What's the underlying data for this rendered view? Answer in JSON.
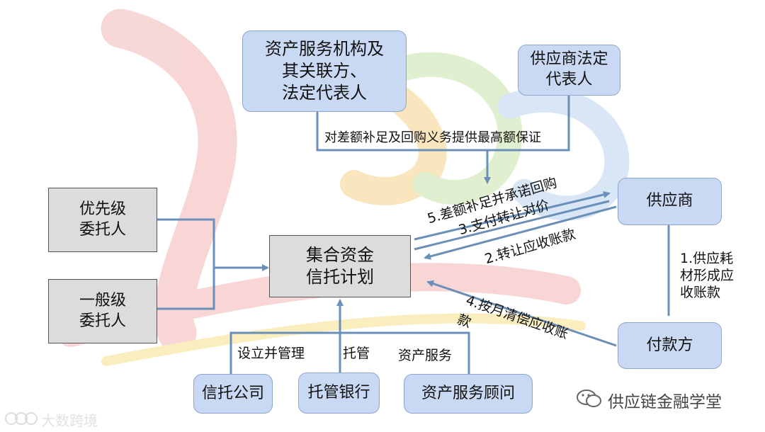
{
  "nodes": {
    "asset_service_org": "资产服务机构及\n其关联方、\n法定代表人",
    "supplier_legal_rep": "供应商法定\n代表人",
    "supplier": "供应商",
    "priority_trustor": "优先级\n委托人",
    "general_trustor": "一般级\n委托人",
    "collective_trust_plan": "集合资金\n信托计划",
    "payer": "付款方",
    "trust_company": "信托公司",
    "custodian_bank": "托管银行",
    "asset_service_advisor": "资产服务顾问"
  },
  "edge_labels": {
    "guarantee": "对差额补足及回购义务提供最高额保证",
    "step5": "5.差额补足并承诺回购",
    "step3": "3.支付转让对价",
    "step2": "2.转让应收账款",
    "step1": "1.供应耗\n材形成应\n收账款",
    "step4_line1": "4.按月清偿应收账",
    "step4_line2": "款",
    "establish_manage": "设立并管理",
    "custody": "托管",
    "asset_service": "资产服务"
  },
  "watermark": {
    "bottom_right": "供应链金融学堂",
    "bottom_left": "大数跨境",
    "wechat_icon": "wechat-icon",
    "bottom_left_icon": "logo-icon"
  },
  "colors": {
    "node_blue_fill": "#c9d9f3",
    "node_blue_border": "#8ea6cf",
    "node_gray_fill": "#dcdcdc",
    "arrow": "#6a8fb8"
  }
}
